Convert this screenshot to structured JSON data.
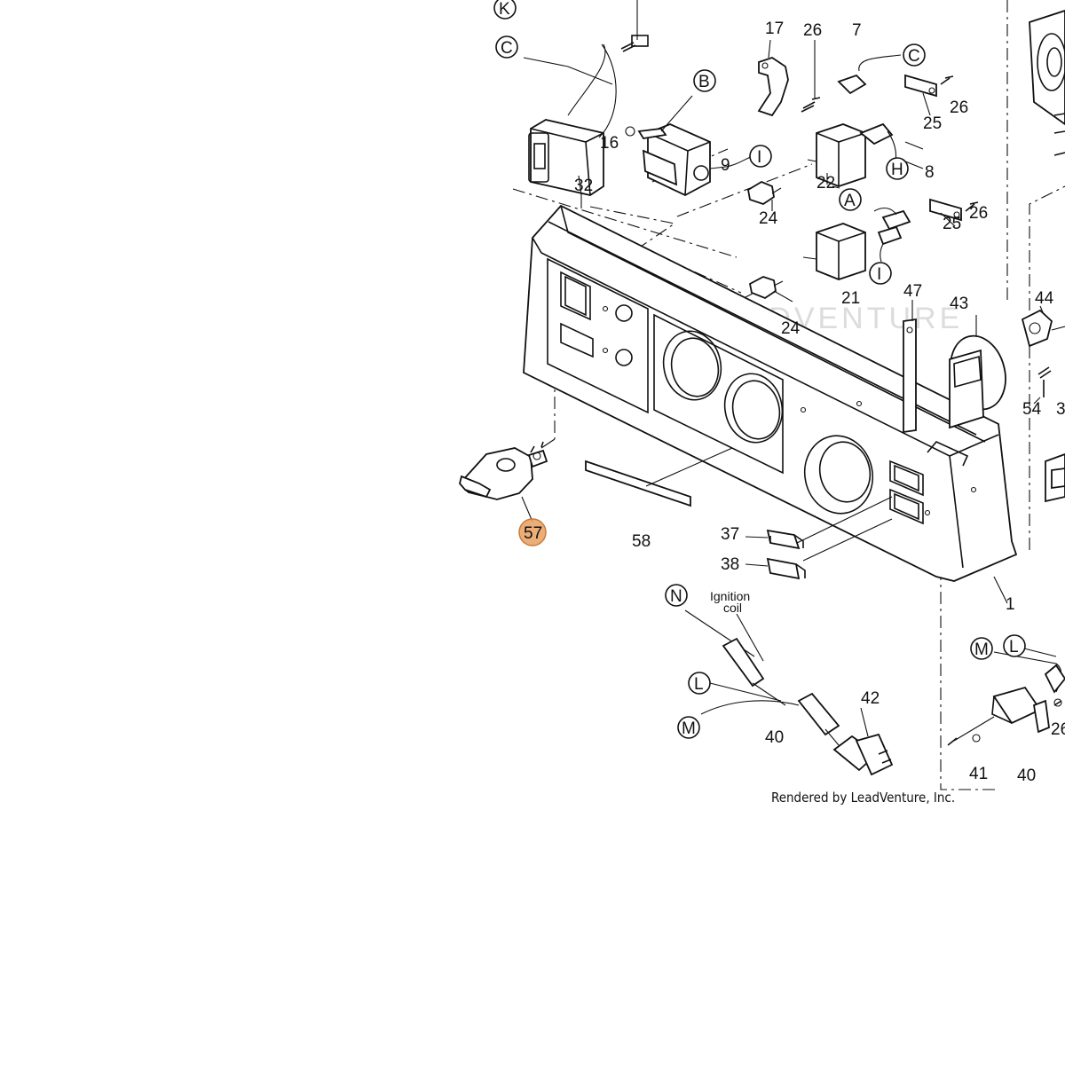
{
  "footer_text": "Rendered by LeadVenture, Inc.",
  "watermark_text": "LEADVENTURE",
  "callout_labels": [
    {
      "id": "p17",
      "text": "17"
    },
    {
      "id": "p26a",
      "text": "26"
    },
    {
      "id": "p7",
      "text": "7"
    },
    {
      "id": "p26b",
      "text": "26"
    },
    {
      "id": "p25a",
      "text": "25"
    },
    {
      "id": "p8",
      "text": "8"
    },
    {
      "id": "p22",
      "text": "22"
    },
    {
      "id": "p25b",
      "text": "25"
    },
    {
      "id": "p26c",
      "text": "26"
    },
    {
      "id": "p16",
      "text": "16"
    },
    {
      "id": "p9",
      "text": "9"
    },
    {
      "id": "p32",
      "text": "32"
    },
    {
      "id": "p24a",
      "text": "24"
    },
    {
      "id": "p21",
      "text": "21"
    },
    {
      "id": "p47",
      "text": "47"
    },
    {
      "id": "p43",
      "text": "43"
    },
    {
      "id": "p44",
      "text": "44"
    },
    {
      "id": "p24b",
      "text": "24"
    },
    {
      "id": "p54",
      "text": "54"
    },
    {
      "id": "p3",
      "text": "3"
    },
    {
      "id": "p58",
      "text": "58"
    },
    {
      "id": "p37",
      "text": "37"
    },
    {
      "id": "p38",
      "text": "38"
    },
    {
      "id": "p1",
      "text": "1"
    },
    {
      "id": "p42",
      "text": "42"
    },
    {
      "id": "p40a",
      "text": "40"
    },
    {
      "id": "p40b",
      "text": "40"
    },
    {
      "id": "p41",
      "text": "41"
    },
    {
      "id": "p26d",
      "text": "26"
    }
  ],
  "highlighted_label": {
    "text": "57",
    "color": "#e8a062"
  },
  "connector_letters": [
    {
      "id": "K",
      "text": "K"
    },
    {
      "id": "C1",
      "text": "C"
    },
    {
      "id": "B",
      "text": "B"
    },
    {
      "id": "I1",
      "text": "I"
    },
    {
      "id": "C2",
      "text": "C"
    },
    {
      "id": "H",
      "text": "H"
    },
    {
      "id": "A",
      "text": "A"
    },
    {
      "id": "I2",
      "text": "I"
    },
    {
      "id": "N",
      "text": "N"
    },
    {
      "id": "L1",
      "text": "L"
    },
    {
      "id": "M1",
      "text": "M"
    },
    {
      "id": "M2",
      "text": "M"
    },
    {
      "id": "L2",
      "text": "L"
    }
  ],
  "annotation": {
    "line1": "Ignition",
    "line2": "coil"
  }
}
